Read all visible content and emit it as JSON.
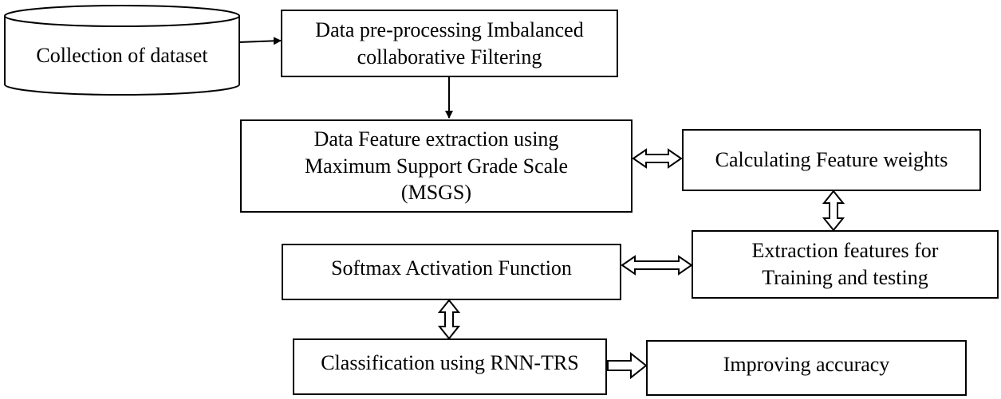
{
  "nodes": {
    "collection": "Collection of dataset",
    "preprocess": {
      "line1": "Data pre-processing Imbalanced",
      "line2": "collaborative Filtering"
    },
    "feature_extraction": {
      "line1": "Data Feature extraction using",
      "line2": "Maximum Support Grade Scale",
      "line3": "(MSGS)"
    },
    "feature_weights": "Calculating Feature weights",
    "extraction_train_test": {
      "line1": "Extraction features for",
      "line2": "Training and testing"
    },
    "softmax": "Softmax Activation Function",
    "classification": "Classification using RNN-TRS",
    "accuracy": "Improving accuracy"
  },
  "colors": {
    "stroke": "#000000",
    "fill": "#ffffff"
  }
}
